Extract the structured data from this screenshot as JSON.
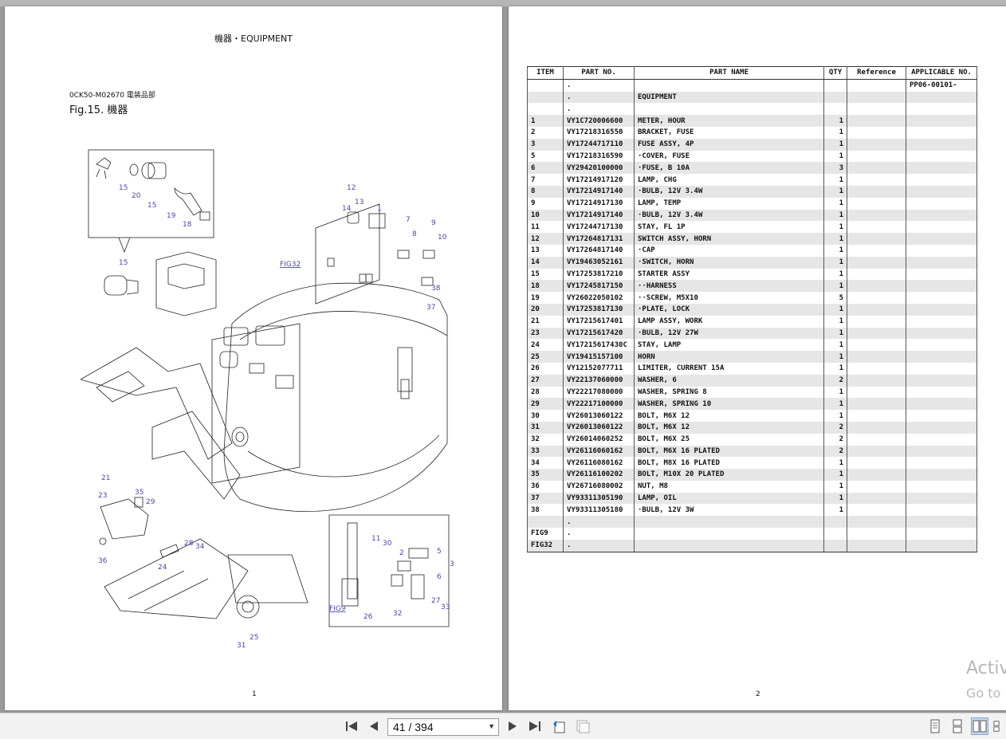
{
  "left_page": {
    "heading": "機器・EQUIPMENT",
    "section_code": "0CK50-M02670  電装品部",
    "fig_title": "Fig.15.  機器",
    "page_number": "1",
    "callouts": [
      "1",
      "2",
      "3",
      "5",
      "6",
      "7",
      "8",
      "9",
      "10",
      "11",
      "12",
      "13",
      "14",
      "15",
      "15",
      "15",
      "18",
      "19",
      "20",
      "21",
      "23",
      "24",
      "25",
      "26",
      "27",
      "28",
      "29",
      "30",
      "31",
      "32",
      "33",
      "34",
      "35",
      "36",
      "37",
      "38"
    ],
    "fig_refs": [
      "FIG32",
      "FIG9"
    ]
  },
  "right_page": {
    "page_number": "2",
    "headers": [
      "ITEM",
      "PART NO.",
      "PART NAME",
      "QTY",
      "Reference",
      "APPLICABLE NO."
    ],
    "rows": [
      [
        "",
        ".",
        "",
        "",
        "",
        "PP06-00101-"
      ],
      [
        "",
        ".",
        "EQUIPMENT",
        "",
        "",
        ""
      ],
      [
        "",
        ".",
        "",
        "",
        "",
        ""
      ],
      [
        "1",
        "VY1C720006600",
        "METER, HOUR",
        "1",
        "",
        ""
      ],
      [
        "2",
        "VY17218316550",
        "BRACKET, FUSE",
        "1",
        "",
        ""
      ],
      [
        "3",
        "VY17244717110",
        "FUSE ASSY, 4P",
        "1",
        "",
        ""
      ],
      [
        "5",
        "VY17218316590",
        "·COVER, FUSE",
        "1",
        "",
        ""
      ],
      [
        "6",
        "VY29420100000",
        "·FUSE, B 10A",
        "3",
        "",
        ""
      ],
      [
        "7",
        "VY17214917120",
        "LAMP, CHG",
        "1",
        "",
        ""
      ],
      [
        "8",
        "VY17214917140",
        "·BULB, 12V 3.4W",
        "1",
        "",
        ""
      ],
      [
        "9",
        "VY17214917130",
        "LAMP, TEMP",
        "1",
        "",
        ""
      ],
      [
        "10",
        "VY17214917140",
        "·BULB, 12V 3.4W",
        "1",
        "",
        ""
      ],
      [
        "11",
        "VY17244717130",
        "STAY, FL 1P",
        "1",
        "",
        ""
      ],
      [
        "12",
        "VY17264817131",
        "SWITCH ASSY, HORN",
        "1",
        "",
        ""
      ],
      [
        "13",
        "VY17264817140",
        "·CAP",
        "1",
        "",
        ""
      ],
      [
        "14",
        "VY19463052161",
        "·SWITCH, HORN",
        "1",
        "",
        ""
      ],
      [
        "15",
        "VY17253817210",
        "STARTER ASSY",
        "1",
        "",
        ""
      ],
      [
        "18",
        "VY17245817150",
        "··HARNESS",
        "1",
        "",
        ""
      ],
      [
        "19",
        "VY26022050102",
        "··SCREW, M5X10",
        "5",
        "",
        ""
      ],
      [
        "20",
        "VY17253817130",
        "·PLATE, LOCK",
        "1",
        "",
        ""
      ],
      [
        "21",
        "VY17215617401",
        "LAMP ASSY, WORK",
        "1",
        "",
        ""
      ],
      [
        "23",
        "VY17215617420",
        "·BULB, 12V 27W",
        "1",
        "",
        ""
      ],
      [
        "24",
        "VY17215617430C",
        "STAY, LAMP",
        "1",
        "",
        ""
      ],
      [
        "25",
        "VY19415157100",
        "HORN",
        "1",
        "",
        ""
      ],
      [
        "26",
        "VY12152077711",
        "LIMITER, CURRENT 15A",
        "1",
        "",
        ""
      ],
      [
        "27",
        "VY22137060000",
        "WASHER, 6",
        "2",
        "",
        ""
      ],
      [
        "28",
        "VY22217080000",
        "WASHER, SPRING 8",
        "1",
        "",
        ""
      ],
      [
        "29",
        "VY22217100000",
        "WASHER, SPRING 10",
        "1",
        "",
        ""
      ],
      [
        "30",
        "VY26013060122",
        "BOLT, M6X 12",
        "1",
        "",
        ""
      ],
      [
        "31",
        "VY26013060122",
        "BOLT, M6X 12",
        "2",
        "",
        ""
      ],
      [
        "32",
        "VY26014060252",
        "BOLT, M6X 25",
        "2",
        "",
        ""
      ],
      [
        "33",
        "VY26116060162",
        "BOLT, M6X 16 PLATED",
        "2",
        "",
        ""
      ],
      [
        "34",
        "VY26116080162",
        "BOLT, M8X 16 PLATED",
        "1",
        "",
        ""
      ],
      [
        "35",
        "VY26116100202",
        "BOLT, M10X 20 PLATED",
        "1",
        "",
        ""
      ],
      [
        "36",
        "VY26716080002",
        "NUT, M8",
        "1",
        "",
        ""
      ],
      [
        "37",
        "VY93311305190",
        "LAMP, OIL",
        "1",
        "",
        ""
      ],
      [
        "38",
        "VY93311305180",
        "·BULB, 12V 3W",
        "1",
        "",
        ""
      ],
      [
        "",
        ".",
        "",
        "",
        "",
        ""
      ],
      [
        "FIG9",
        ".",
        "",
        "",
        "",
        ""
      ],
      [
        "FIG32",
        ".",
        "",
        "",
        "",
        ""
      ]
    ],
    "watermark_line1": "Activ",
    "watermark_line2": "Go to"
  },
  "toolbar": {
    "page_indicator": "41 / 394",
    "icons": [
      "first-page-icon",
      "prev-page-icon",
      "next-page-icon",
      "last-page-icon",
      "previous-view-icon",
      "next-view-icon",
      "single-page-view-icon",
      "continuous-view-icon",
      "facing-view-icon",
      "continuous-facing-view-icon"
    ]
  }
}
